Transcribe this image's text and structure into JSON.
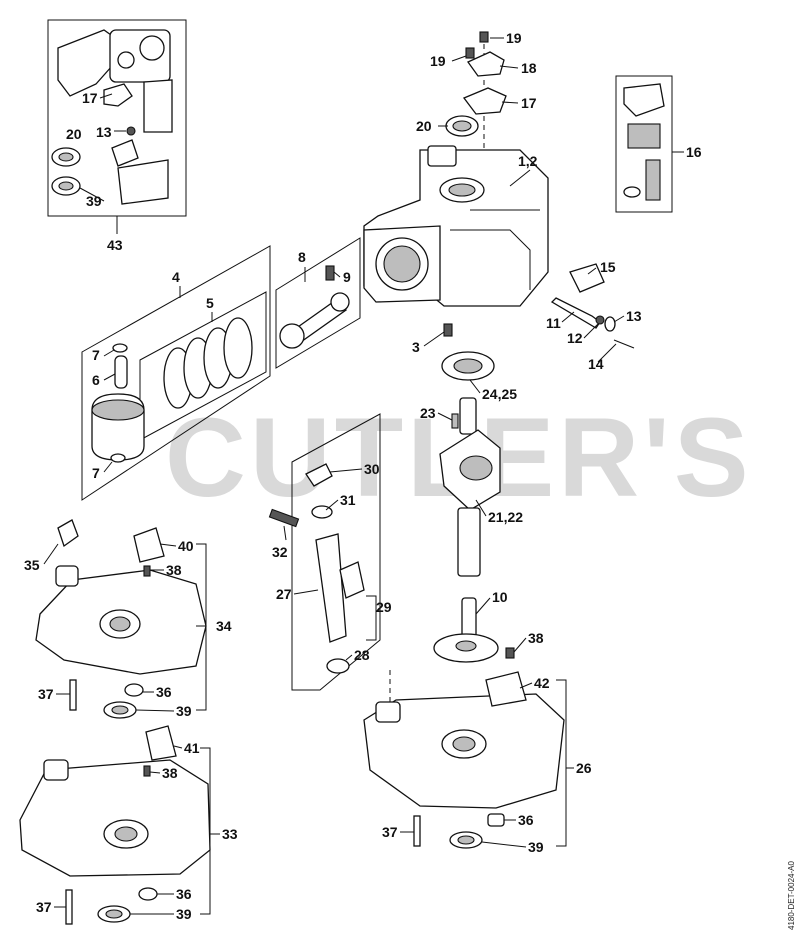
{
  "watermark": "CUTLER'S",
  "drawing_code": "4180-DET-0024-A0",
  "labels": {
    "l19a": "19",
    "l19b": "19",
    "l18": "18",
    "l17a": "17",
    "l20a": "20",
    "l12a": "1,2",
    "l17b": "17",
    "l13a": "13",
    "l20b": "20",
    "l39a": "39",
    "l43": "43",
    "l16": "16",
    "l4": "4",
    "l8": "8",
    "l9": "9",
    "l5": "5",
    "l15": "15",
    "l11": "11",
    "l12": "12",
    "l13b": "13",
    "l14": "14",
    "l3": "3",
    "l7a": "7",
    "l6": "6",
    "l7b": "7",
    "l2425": "24,25",
    "l23": "23",
    "l30": "30",
    "l31": "31",
    "l2122": "21,22",
    "l32": "32",
    "l35": "35",
    "l40": "40",
    "l38a": "38",
    "l27": "27",
    "l34": "34",
    "l29": "29",
    "l10": "10",
    "l38b": "38",
    "l28": "28",
    "l42": "42",
    "l37a": "37",
    "l36a": "36",
    "l39b": "39",
    "l26": "26",
    "l41": "41",
    "l38c": "38",
    "l33": "33",
    "l37b": "37",
    "l36b": "36",
    "l39c": "39",
    "l37c": "37",
    "l36c": "36",
    "l39d": "39"
  }
}
